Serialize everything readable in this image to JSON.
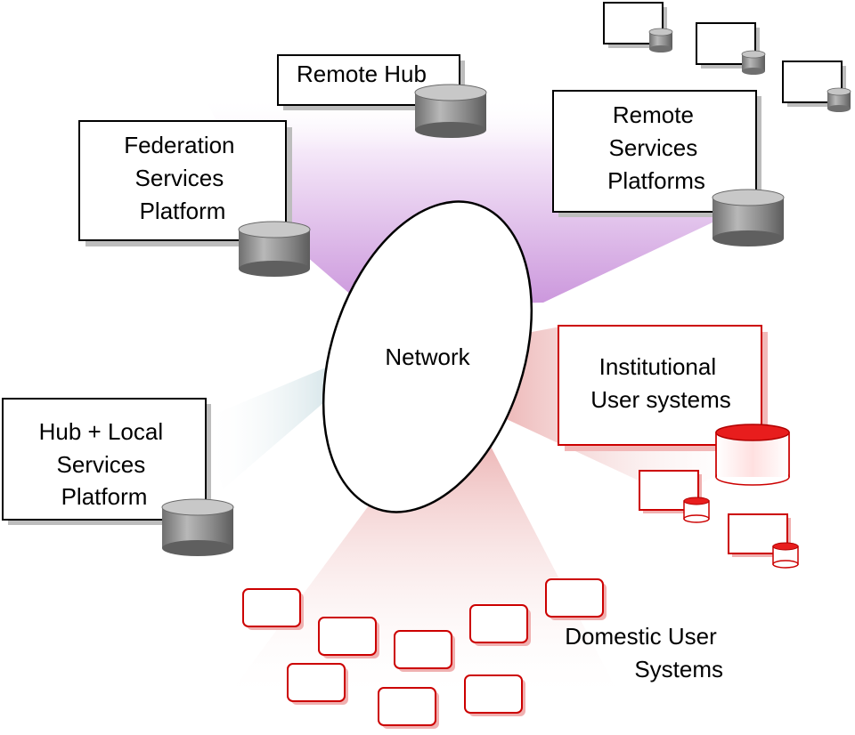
{
  "network": {
    "label": "Network"
  },
  "nodes": {
    "remote_hub": {
      "label": "Remote Hub"
    },
    "federation": {
      "lines": [
        "Federation",
        "Services",
        "Platform"
      ]
    },
    "remote_services": {
      "lines": [
        "Remote",
        "Services",
        "Platforms"
      ]
    },
    "institutional": {
      "lines": [
        "Institutional",
        "User systems"
      ]
    },
    "hub_local": {
      "lines": [
        "Hub + Local",
        "Services",
        "Platform"
      ]
    },
    "domestic": {
      "lines": [
        "Domestic User",
        "Systems"
      ]
    }
  },
  "colors": {
    "server_box_border": "#000000",
    "user_box_border": "#cc0000",
    "drum_gray": "#8c8c8c",
    "drum_red": "#e01b1b",
    "beam_purple": "#c78fd6",
    "beam_red": "#e9a6a6",
    "beam_teal": "#d7e7ea"
  }
}
